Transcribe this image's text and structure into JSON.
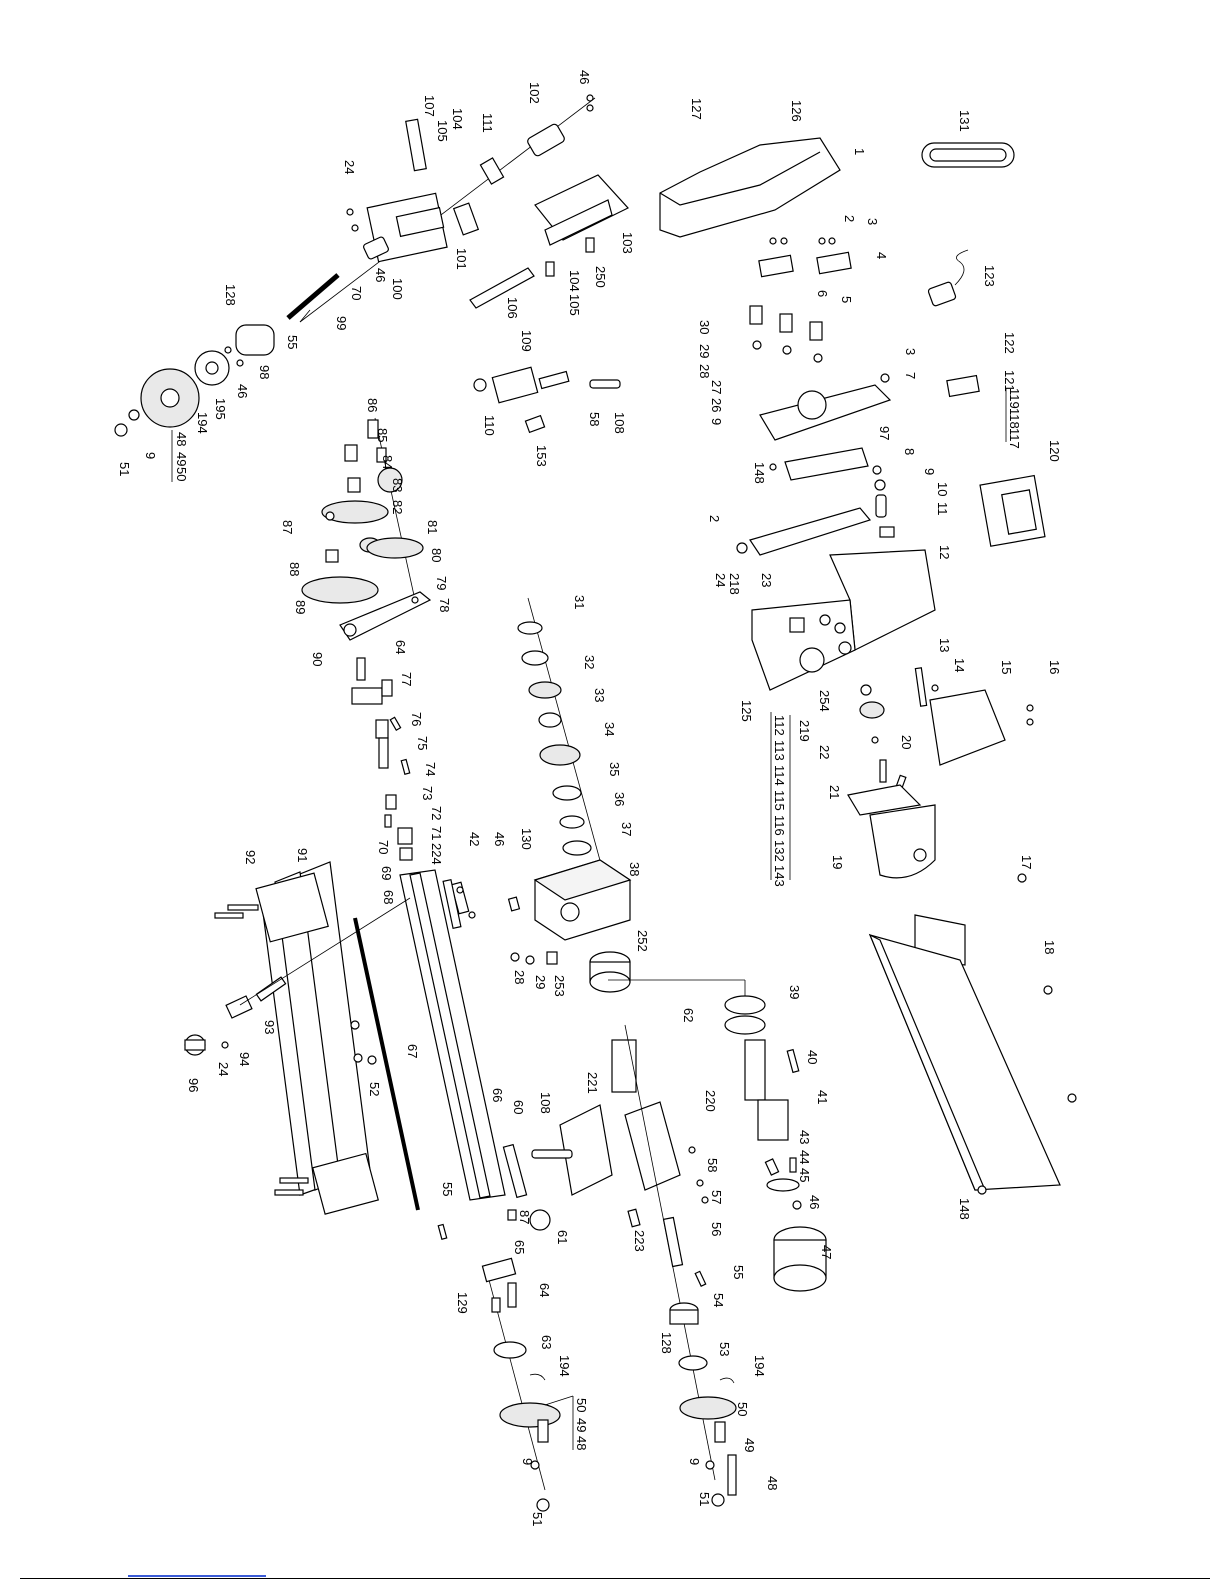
{
  "diagram": {
    "callouts": {
      "c46a": "46",
      "c102": "102",
      "c111": "111",
      "c104a": "104",
      "c105a": "105",
      "c107": "107",
      "c24a": "24",
      "c100": "100",
      "c101": "101",
      "c46b": "46",
      "c70a": "70",
      "c99": "99",
      "c55a": "55",
      "c128a": "128",
      "c98": "98",
      "c46c": "46",
      "c195": "195",
      "c194a": "194",
      "c48a": "48",
      "c49a": "49",
      "c50a": "50",
      "c9a": "9",
      "c51a": "51",
      "c103": "103",
      "c250": "250",
      "c104b": "104",
      "c105b": "105",
      "c106": "106",
      "c127": "127",
      "c126": "126",
      "c1": "1",
      "c131": "131",
      "c2a": "2",
      "c3a": "3",
      "c4": "4",
      "c5": "5",
      "c6": "6",
      "c123": "123",
      "c30": "30",
      "c29a": "29",
      "c28a": "28",
      "c27": "27",
      "c26": "26",
      "c9b": "9",
      "c3b": "3",
      "c7": "7",
      "c122": "122",
      "c121": "121",
      "c119": "119",
      "c118": "118",
      "c117": "117",
      "c120": "120",
      "c109": "109",
      "c110": "110",
      "c58a": "58",
      "c108a": "108",
      "c153": "153",
      "c148a": "148",
      "c97": "97",
      "c8": "8",
      "c9c": "9",
      "c10": "10",
      "c11": "11",
      "c2b": "2",
      "c24b": "24",
      "c218": "218",
      "c23": "23",
      "c12": "12",
      "c86": "86",
      "c85": "85",
      "c84": "84",
      "c83": "83",
      "c82": "82",
      "c81": "81",
      "c87a": "87",
      "c88": "88",
      "c80": "80",
      "c89": "89",
      "c79": "79",
      "c78": "78",
      "c90": "90",
      "c64a": "64",
      "c77": "77",
      "c76": "76",
      "c75": "75",
      "c74": "74",
      "c73": "73",
      "c72": "72",
      "c71": "71",
      "c70b": "70",
      "c69": "69",
      "c68": "68",
      "c224": "224",
      "c31": "31",
      "c32": "32",
      "c33": "33",
      "c34": "34",
      "c35": "35",
      "c36": "36",
      "c37": "37",
      "c38": "38",
      "c130": "130",
      "c42": "42",
      "c46d": "46",
      "c125": "125",
      "c13": "13",
      "c14": "14",
      "c15": "15",
      "c16": "16",
      "c254": "254",
      "c219": "219",
      "c22": "22",
      "c21": "21",
      "c20": "20",
      "c19": "19",
      "c112": "112",
      "c113": "113",
      "c114": "114",
      "c115": "115",
      "c116": "116",
      "c132": "132",
      "c143": "143",
      "c17": "17",
      "c18": "18",
      "c148b": "148",
      "c92": "92",
      "c91": "91",
      "c28b": "28",
      "c29b": "29",
      "c253": "253",
      "c252": "252",
      "c93": "93",
      "c94": "94",
      "c24c": "24",
      "c96": "96",
      "c52": "52",
      "c67": "67",
      "c39": "39",
      "c40": "40",
      "c62": "62",
      "c41": "41",
      "c66": "66",
      "c60": "60",
      "c108b": "108",
      "c221": "221",
      "c220": "220",
      "c58b": "58",
      "c57": "57",
      "c43": "43",
      "c44": "44",
      "c45": "45",
      "c46e": "46",
      "c47": "47",
      "c55b": "55",
      "c87b": "87",
      "c61": "61",
      "c223": "223",
      "c56": "56",
      "c55c": "55",
      "c65": "65",
      "c129": "129",
      "c64b": "64",
      "c54": "54",
      "c128b": "128",
      "c63": "63",
      "c194b": "194",
      "c53": "53",
      "c194c": "194",
      "c50b": "50",
      "c49b": "49",
      "c48b": "48",
      "c50c": "50",
      "c49c": "49",
      "c48c": "48",
      "c9d": "9",
      "c51b": "51",
      "c9e": "9",
      "c51c": "51"
    }
  },
  "colors": {
    "ink": "#000000",
    "paper": "#ffffff",
    "footer_link": "#3b5bd6"
  }
}
